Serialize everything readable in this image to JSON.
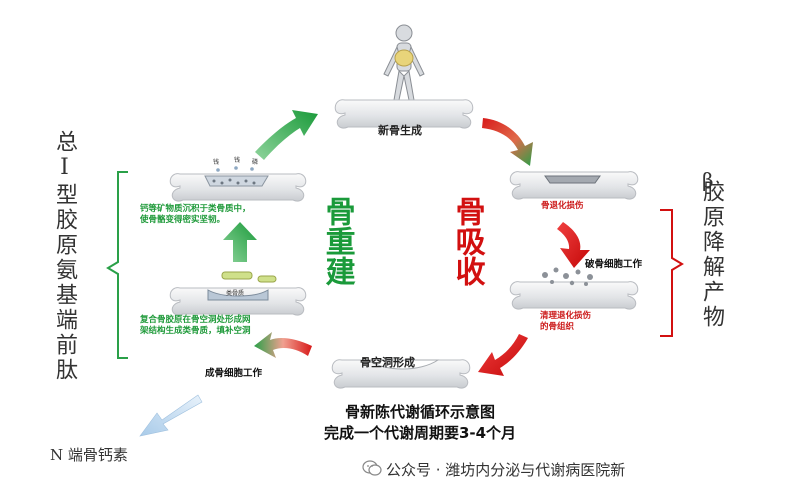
{
  "nodes": {
    "new_bone": "新骨生成",
    "cavity": "骨空洞形成"
  },
  "phases": {
    "remodeling": "骨重建",
    "resorption": "骨吸收"
  },
  "annotations": {
    "mineral": "钙等矿物质沉积于类骨质中，\n使骨骼变得密实坚韧。",
    "collagen": "复合骨胶原在骨空洞处形成网\n架结构生成类骨质，填补空洞",
    "clean": "清理退化损伤\n的骨组织",
    "degenerate": "骨退化损伤",
    "osteoid_tag": "类骨质",
    "top_tag_1": "钱",
    "top_tag_2": "钱",
    "top_tag_3": "磷"
  },
  "cells": {
    "osteoclast": "破骨细胞工作",
    "osteoblast": "成骨细胞工作"
  },
  "side_labels": {
    "left": "总Ⅰ型胶原氨基端前肽",
    "right_beta": "β",
    "right": "胶原降解产物",
    "bottom_left": "N 端骨钙素"
  },
  "caption": {
    "line1": "骨新陈代谢循环示意图",
    "line2": "完成一个代谢周期要3-4个月"
  },
  "watermark": "公众号 · 潍坊内分泌与代谢病医院新",
  "colors": {
    "green": "#1a9a3a",
    "red": "#d21010",
    "bone": "#e6e8ea"
  }
}
